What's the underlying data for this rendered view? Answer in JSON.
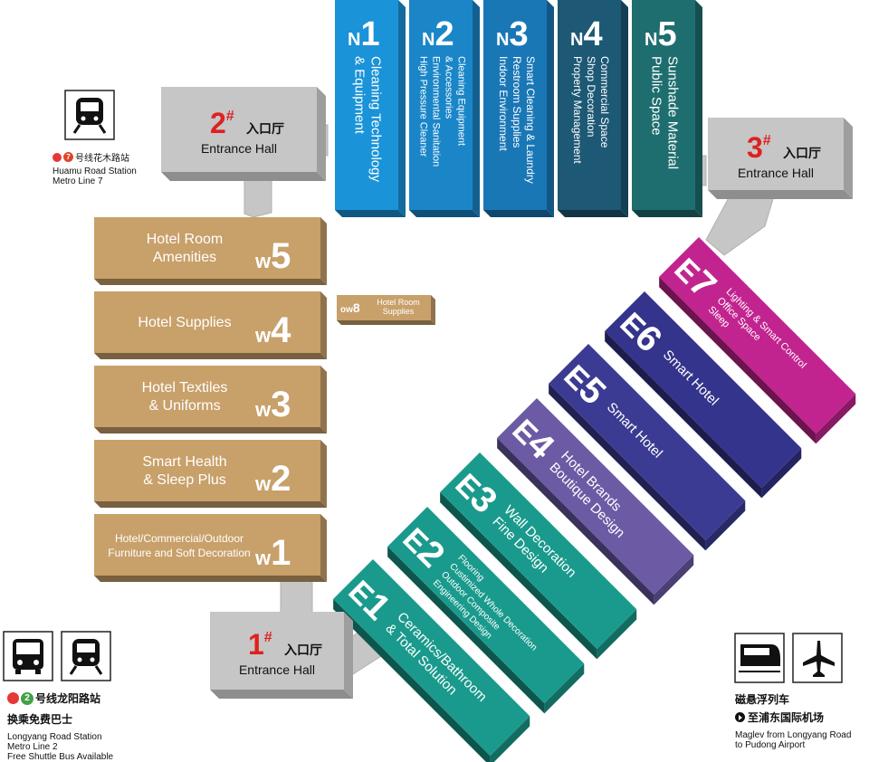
{
  "colors": {
    "n1": "#1a93d8",
    "n2": "#1a86c8",
    "n3": "#1a77b6",
    "n4": "#1d5875",
    "n5": "#1f6e6f",
    "w": "#c8a06a",
    "w_shadow": "#a07a45",
    "e1": "#1a9a8c",
    "e2": "#1a9a8c",
    "e3": "#1a9a8c",
    "e4": "#6c5aa4",
    "e5": "#3b3b93",
    "e6": "#34348c",
    "e7": "#c2248f",
    "gray": "#c6c6c6",
    "gray_dark": "#9e9e9e",
    "metro_red": "#e53935",
    "metro_green": "#43a047",
    "metro_7": "#e0452c"
  },
  "halls_north": [
    {
      "code": "N",
      "num": "1",
      "lines": [
        "Cleaning Technology",
        "& Equipment"
      ]
    },
    {
      "code": "N",
      "num": "2",
      "lines": [
        "Cleaning Equipment",
        "& Accessories",
        "Environmental Sanitation",
        "High Pressure Cleaner"
      ]
    },
    {
      "code": "N",
      "num": "3",
      "lines": [
        "Smart Cleaning & Laundry",
        "Restroom Supplies",
        "Indoor Environment"
      ]
    },
    {
      "code": "N",
      "num": "4",
      "lines": [
        "Commercial Space",
        "Shop Decoration",
        "Property Management"
      ]
    },
    {
      "code": "N",
      "num": "5",
      "lines": [
        "Sunshade Material",
        "Public Space"
      ]
    }
  ],
  "halls_west": [
    {
      "code": "W",
      "num": "5",
      "lines": [
        "Hotel Room",
        "Amenities"
      ]
    },
    {
      "code": "W",
      "num": "4",
      "lines": [
        "Hotel Supplies"
      ]
    },
    {
      "code": "W",
      "num": "3",
      "lines": [
        "Hotel Textiles",
        "& Uniforms"
      ]
    },
    {
      "code": "W",
      "num": "2",
      "lines": [
        "Smart Health",
        "& Sleep Plus"
      ]
    },
    {
      "code": "W",
      "num": "1",
      "lines": [
        "Hotel/Commercial/Outdoor",
        "Furniture and Soft Decoration"
      ]
    }
  ],
  "hall_ow8": {
    "code": "OW",
    "num": "8",
    "lines": [
      "Hotel Room",
      "Supplies"
    ]
  },
  "halls_east": [
    {
      "code": "E",
      "num": "1",
      "lines": [
        "Ceramics/Bathroom",
        "& Total Solution"
      ]
    },
    {
      "code": "E",
      "num": "2",
      "lines": [
        "Flooring",
        "Custimized Whole Decoration",
        "Outdoor Composite",
        "Engineering Design"
      ]
    },
    {
      "code": "E",
      "num": "3",
      "lines": [
        "Wall Decoration",
        "Fine Design"
      ]
    },
    {
      "code": "E",
      "num": "4",
      "lines": [
        "Hotel Brands",
        "Boutique Design"
      ]
    },
    {
      "code": "E",
      "num": "5",
      "lines": [
        "Smart Hotel"
      ]
    },
    {
      "code": "E",
      "num": "6",
      "lines": [
        "Smart Hotel"
      ]
    },
    {
      "code": "E",
      "num": "7",
      "lines": [
        "Lighting & Smart Control",
        "Office Space",
        "Sleep"
      ]
    }
  ],
  "entrances": [
    {
      "num": "1",
      "sup": "#",
      "cn": "入口厅",
      "en": "Entrance Hall"
    },
    {
      "num": "2",
      "sup": "#",
      "cn": "入口厅",
      "en": "Entrance Hall"
    },
    {
      "num": "3",
      "sup": "#",
      "cn": "入口厅",
      "en": "Entrance Hall"
    }
  ],
  "stations": {
    "huamu": {
      "line_num": "7",
      "cn": "号线花木路站",
      "en1": "Huamu Road Station",
      "en2": "Metro Line 7"
    },
    "longyang": {
      "line_num": "2",
      "cn": "号线龙阳路站",
      "cn2": "换乘免费巴士",
      "en1": "Longyang Road Station",
      "en2": "Metro Line 2",
      "en3": "Free Shuttle Bus Available"
    },
    "maglev": {
      "cn1": "磁悬浮列车",
      "cn2": "至浦东国际机场",
      "en1": "Maglev from Longyang Road",
      "en2": "to Pudong Airport"
    }
  }
}
